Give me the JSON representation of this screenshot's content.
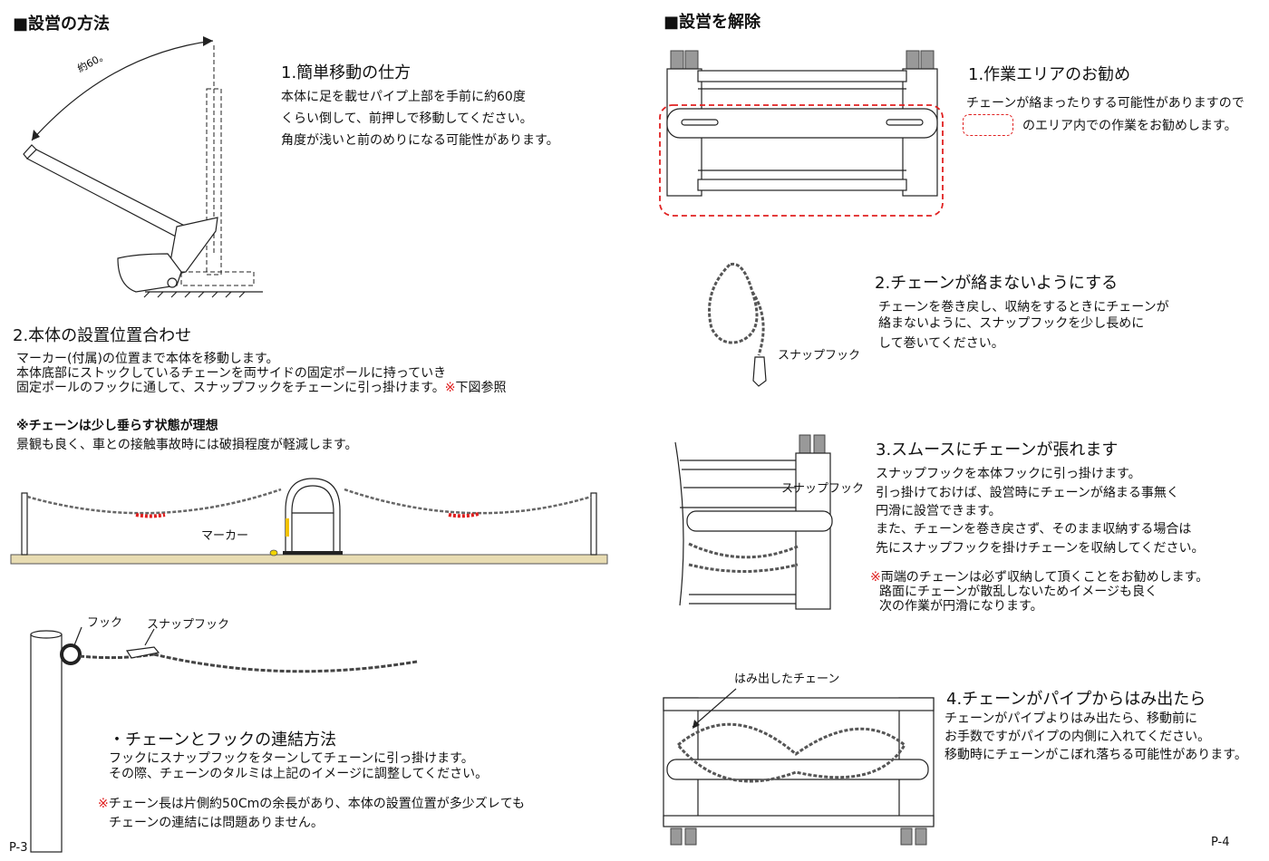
{
  "left": {
    "section_title": "■設営の方法",
    "angle_label": "約60。",
    "s1": {
      "title": "1.簡単移動の仕方",
      "lines": [
        "本体に足を載せパイプ上部を手前に約60度",
        "くらい倒して、前押しで移動してください。",
        "角度が浅いと前のめりになる可能性があります。"
      ]
    },
    "s2": {
      "title": "2.本体の設置位置合わせ",
      "line1": "マーカー(付属)の位置まで本体を移動します。",
      "line2": "本体底部にストックしているチェーンを両サイドの固定ポールに持っていき",
      "line3a": "固定ポールのフックに通して、スナップフックをチェーンに引っ掛けます。",
      "line3_mark": "※",
      "line3b": "下図参照",
      "note": "※チェーンは少し垂らす状態が理想",
      "note_line": "景観も良く、車との接触事故時には破損程度が軽減します。",
      "marker_label": "マーカー"
    },
    "hook_label": "フック",
    "snap_label": "スナップフック",
    "s3": {
      "title": "・チェーンとフックの連結方法",
      "lines": [
        "フックにスナップフックをターンしてチェーンに引っ掛けます。",
        "その際、チェーンのタルミは上記のイメージに調整してください。"
      ],
      "warn_mark": "※",
      "warn1": "チェーン長は片側約50Cmの余長があり、本体の設置位置が多少ズレても",
      "warn2": "チェーンの連結には問題ありません。"
    },
    "page": "P-3"
  },
  "right": {
    "section_title": "■設営を解除",
    "r1": {
      "title": "1.作業エリアのお勧め",
      "line1": "チェーンが絡まったりする可能性がありますので",
      "line2": "のエリア内での作業をお勧めします。"
    },
    "r2": {
      "title": "2.チェーンが絡まないようにする",
      "lines": [
        "チェーンを巻き戻し、収納をするときにチェーンが",
        "絡まないように、スナップフックを少し長めに",
        "して巻いてください。"
      ],
      "snap_label": "スナップフック"
    },
    "r3": {
      "title": "3.スムースにチェーンが張れます",
      "lines": [
        "スナップフックを本体フックに引っ掛けます。",
        "引っ掛けておけば、設営時にチェーンが絡まる事無く",
        "円滑に設営できます。",
        "また、チェーンを巻き戻さず、そのまま収納する場合は",
        "先にスナップフックを掛けチェーンを収納してください。"
      ],
      "warn_mark": "※",
      "warn1": "両端のチェーンは必ず収納して頂くことをお勧めします。",
      "warn2": "路面にチェーンが散乱しないためイメージも良く",
      "warn3": "次の作業が円滑になります。",
      "snap_label": "スナップフック"
    },
    "r4": {
      "title": "4.チェーンがパイプからはみ出たら",
      "lines": [
        "チェーンがパイプよりはみ出たら、移動前に",
        "お手数ですがパイプの内側に入れてください。",
        "移動時にチェーンがこぼれ落ちる可能性があります。"
      ],
      "callout": "はみ出したチェーン"
    },
    "page": "P-4"
  }
}
